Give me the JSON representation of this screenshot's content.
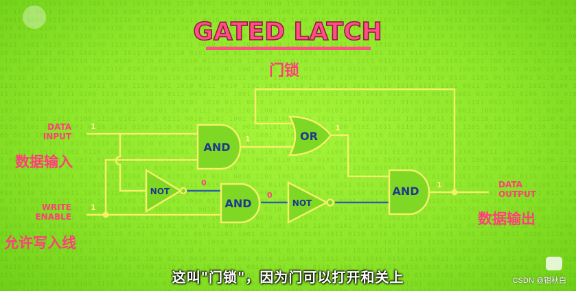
{
  "title": "GATED LATCH",
  "title_cn": "门锁",
  "inputs": {
    "data_input": {
      "label": "DATA\nINPUT",
      "label_cn": "数据输入",
      "value": "1"
    },
    "write_enable": {
      "label": "WRITE\nENABLE",
      "label_cn": "允许写入线",
      "value": "1"
    }
  },
  "output": {
    "label": "DATA\nOUTPUT",
    "label_cn": "数据输出",
    "value": "1"
  },
  "gates": {
    "and_top": "AND",
    "or": "OR",
    "not_top": "NOT",
    "and_mid": "AND",
    "not_mid": "NOT",
    "and_out": "AND"
  },
  "wire_values": {
    "and_top_out": "1",
    "or_out": "1",
    "not_top_out": "0",
    "and_mid_out": "0",
    "and_out_out": "1"
  },
  "subtitle": "这叫\"门锁\"，因为门可以打开和关上",
  "watermark": "CSDN @钳秋白",
  "colors": {
    "background": "#8ee62a",
    "wire": "#f4f06a",
    "gate_fill": "#7fd823",
    "title": "#ff4f86",
    "text_pink": "#ff3f7a",
    "low_wire": "#2f5fa8"
  }
}
